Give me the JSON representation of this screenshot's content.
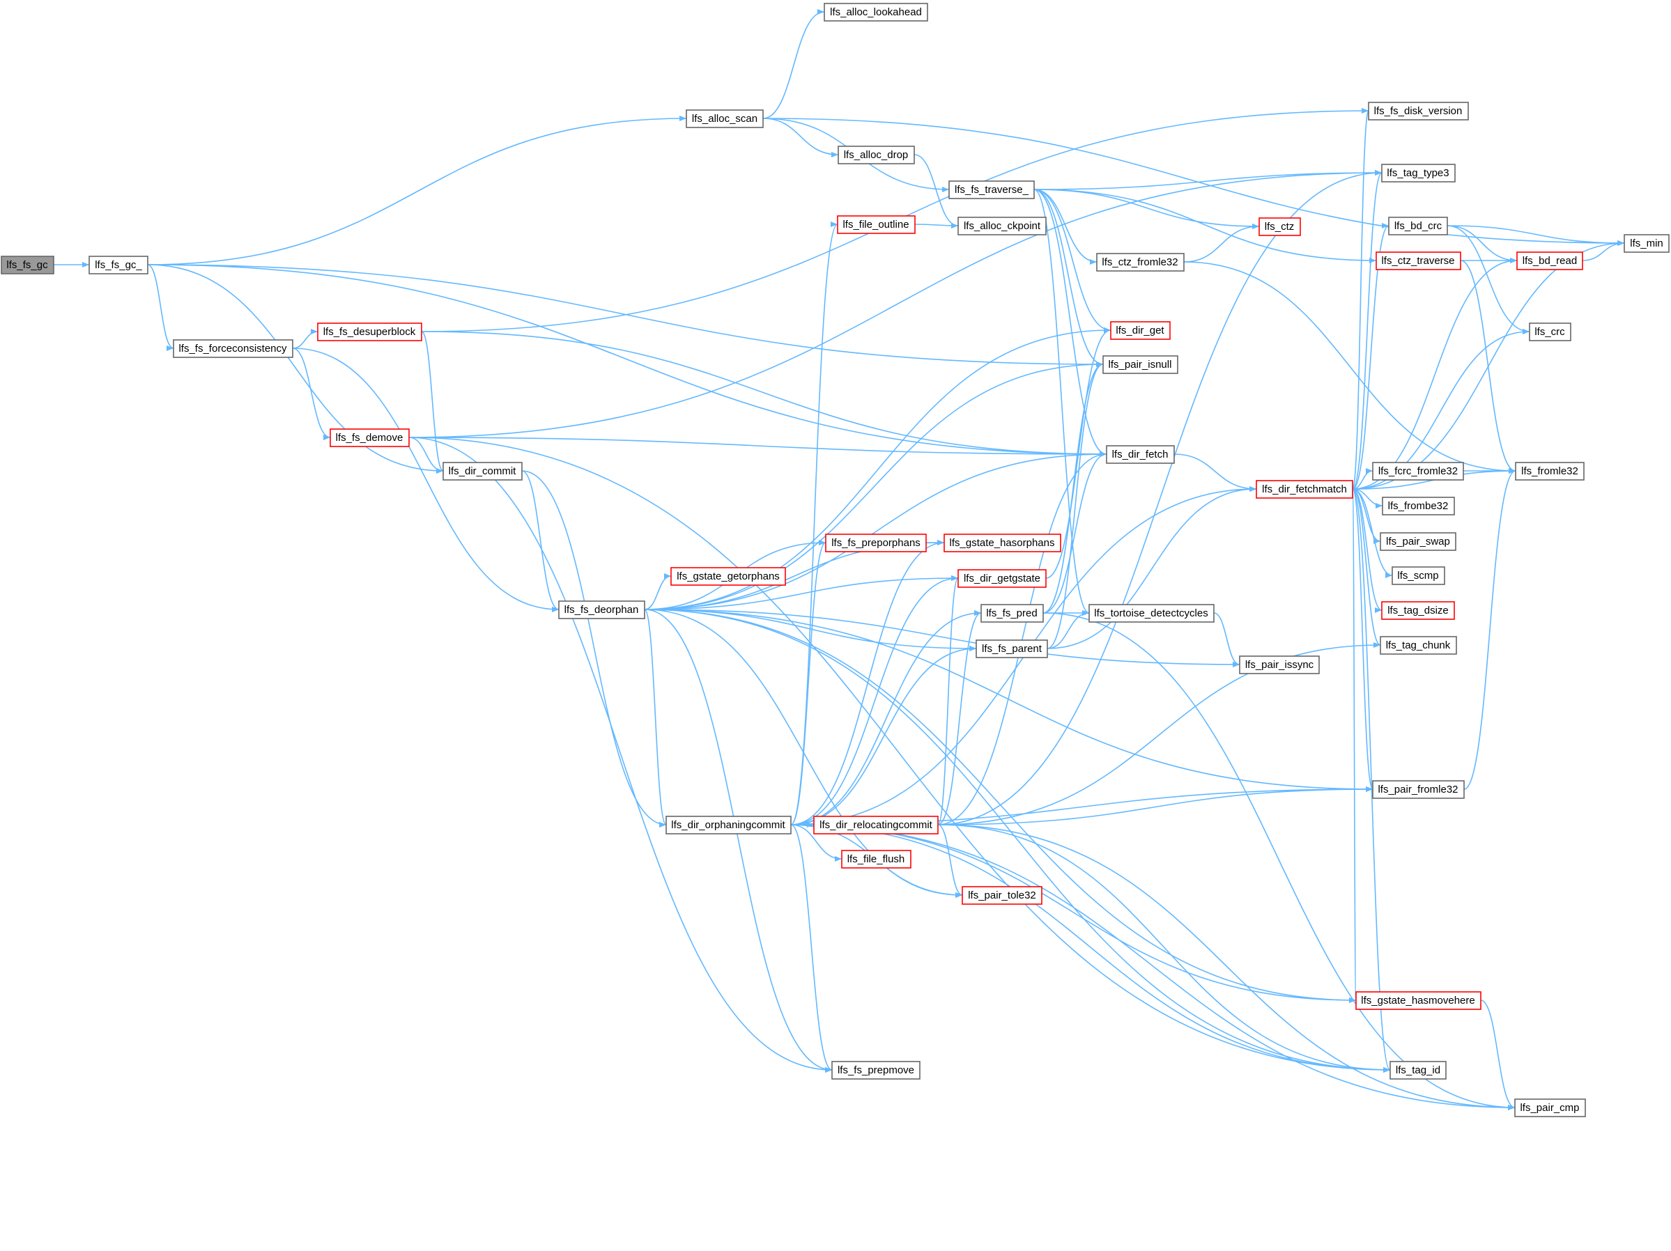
{
  "colors": {
    "edge": "#63b8ff",
    "node_border": "#666666",
    "node_border_truncated": "#ff0000",
    "node_fill": "#ffffff",
    "root_fill": "#999999"
  },
  "nodes": [
    {
      "id": "n_fs_gc",
      "label": "lfs_fs_gc",
      "style": "root"
    },
    {
      "id": "n_fs_gc_",
      "label": "lfs_fs_gc_",
      "style": "normal"
    },
    {
      "id": "n_alloc_scan",
      "label": "lfs_alloc_scan",
      "style": "normal"
    },
    {
      "id": "n_alloc_lookahead",
      "label": "lfs_alloc_lookahead",
      "style": "normal"
    },
    {
      "id": "n_alloc_drop",
      "label": "lfs_alloc_drop",
      "style": "normal"
    },
    {
      "id": "n_fs_forceconsistency",
      "label": "lfs_fs_forceconsistency",
      "style": "normal"
    },
    {
      "id": "n_fs_desuperblock",
      "label": "lfs_fs_desuperblock",
      "style": "truncated"
    },
    {
      "id": "n_fs_demove",
      "label": "lfs_fs_demove",
      "style": "truncated"
    },
    {
      "id": "n_dir_commit",
      "label": "lfs_dir_commit",
      "style": "normal"
    },
    {
      "id": "n_fs_deorphan",
      "label": "lfs_fs_deorphan",
      "style": "normal"
    },
    {
      "id": "n_gstate_getorphans",
      "label": "lfs_gstate_getorphans",
      "style": "truncated"
    },
    {
      "id": "n_dir_orphaningcommit",
      "label": "lfs_dir_orphaningcommit",
      "style": "normal"
    },
    {
      "id": "n_fs_traverse_",
      "label": "lfs_fs_traverse_",
      "style": "normal"
    },
    {
      "id": "n_file_outline",
      "label": "lfs_file_outline",
      "style": "truncated"
    },
    {
      "id": "n_alloc_ckpoint",
      "label": "lfs_alloc_ckpoint",
      "style": "normal"
    },
    {
      "id": "n_fs_preporphans",
      "label": "lfs_fs_preporphans",
      "style": "truncated"
    },
    {
      "id": "n_gstate_hasorphans",
      "label": "lfs_gstate_hasorphans",
      "style": "truncated"
    },
    {
      "id": "n_dir_getgstate",
      "label": "lfs_dir_getgstate",
      "style": "truncated"
    },
    {
      "id": "n_fs_pred",
      "label": "lfs_fs_pred",
      "style": "normal"
    },
    {
      "id": "n_fs_parent",
      "label": "lfs_fs_parent",
      "style": "normal"
    },
    {
      "id": "n_dir_relocatingcommit",
      "label": "lfs_dir_relocatingcommit",
      "style": "truncated"
    },
    {
      "id": "n_file_flush",
      "label": "lfs_file_flush",
      "style": "truncated"
    },
    {
      "id": "n_pair_tole32",
      "label": "lfs_pair_tole32",
      "style": "truncated"
    },
    {
      "id": "n_fs_prepmove",
      "label": "lfs_fs_prepmove",
      "style": "normal"
    },
    {
      "id": "n_ctz_fromle32",
      "label": "lfs_ctz_fromle32",
      "style": "normal"
    },
    {
      "id": "n_ctz",
      "label": "lfs_ctz",
      "style": "truncated"
    },
    {
      "id": "n_dir_get",
      "label": "lfs_dir_get",
      "style": "truncated"
    },
    {
      "id": "n_pair_isnull",
      "label": "lfs_pair_isnull",
      "style": "normal"
    },
    {
      "id": "n_dir_fetch",
      "label": "lfs_dir_fetch",
      "style": "normal"
    },
    {
      "id": "n_tortoise_detectcycles",
      "label": "lfs_tortoise_detectcycles",
      "style": "normal"
    },
    {
      "id": "n_pair_issync",
      "label": "lfs_pair_issync",
      "style": "normal"
    },
    {
      "id": "n_fs_disk_version",
      "label": "lfs_fs_disk_version",
      "style": "normal"
    },
    {
      "id": "n_tag_type3",
      "label": "lfs_tag_type3",
      "style": "normal"
    },
    {
      "id": "n_bd_crc",
      "label": "lfs_bd_crc",
      "style": "normal"
    },
    {
      "id": "n_ctz_traverse",
      "label": "lfs_ctz_traverse",
      "style": "truncated"
    },
    {
      "id": "n_dir_fetchmatch",
      "label": "lfs_dir_fetchmatch",
      "style": "truncated"
    },
    {
      "id": "n_fcrc_fromle32",
      "label": "lfs_fcrc_fromle32",
      "style": "normal"
    },
    {
      "id": "n_frombe32",
      "label": "lfs_frombe32",
      "style": "normal"
    },
    {
      "id": "n_pair_swap",
      "label": "lfs_pair_swap",
      "style": "normal"
    },
    {
      "id": "n_scmp",
      "label": "lfs_scmp",
      "style": "normal"
    },
    {
      "id": "n_tag_dsize",
      "label": "lfs_tag_dsize",
      "style": "truncated"
    },
    {
      "id": "n_tag_chunk",
      "label": "lfs_tag_chunk",
      "style": "normal"
    },
    {
      "id": "n_pair_fromle32",
      "label": "lfs_pair_fromle32",
      "style": "normal"
    },
    {
      "id": "n_gstate_hasmovehere",
      "label": "lfs_gstate_hasmovehere",
      "style": "truncated"
    },
    {
      "id": "n_tag_id",
      "label": "lfs_tag_id",
      "style": "normal"
    },
    {
      "id": "n_bd_read",
      "label": "lfs_bd_read",
      "style": "truncated"
    },
    {
      "id": "n_crc",
      "label": "lfs_crc",
      "style": "normal"
    },
    {
      "id": "n_fromle32",
      "label": "lfs_fromle32",
      "style": "normal"
    },
    {
      "id": "n_min",
      "label": "lfs_min",
      "style": "normal"
    },
    {
      "id": "n_pair_cmp",
      "label": "lfs_pair_cmp",
      "style": "normal"
    }
  ],
  "edges": [
    [
      "n_fs_gc",
      "n_fs_gc_"
    ],
    [
      "n_fs_gc_",
      "n_alloc_scan"
    ],
    [
      "n_fs_gc_",
      "n_fs_forceconsistency"
    ],
    [
      "n_fs_gc_",
      "n_dir_commit"
    ],
    [
      "n_fs_gc_",
      "n_pair_isnull"
    ],
    [
      "n_fs_gc_",
      "n_dir_fetch"
    ],
    [
      "n_alloc_scan",
      "n_alloc_lookahead"
    ],
    [
      "n_alloc_scan",
      "n_alloc_drop"
    ],
    [
      "n_alloc_scan",
      "n_fs_traverse_"
    ],
    [
      "n_alloc_scan",
      "n_min"
    ],
    [
      "n_alloc_drop",
      "n_alloc_ckpoint"
    ],
    [
      "n_fs_forceconsistency",
      "n_fs_desuperblock"
    ],
    [
      "n_fs_forceconsistency",
      "n_fs_demove"
    ],
    [
      "n_fs_forceconsistency",
      "n_fs_deorphan"
    ],
    [
      "n_fs_desuperblock",
      "n_dir_commit"
    ],
    [
      "n_fs_desuperblock",
      "n_fs_disk_version"
    ],
    [
      "n_fs_desuperblock",
      "n_dir_fetch"
    ],
    [
      "n_fs_demove",
      "n_dir_commit"
    ],
    [
      "n_fs_demove",
      "n_tag_type3"
    ],
    [
      "n_fs_demove",
      "n_dir_fetch"
    ],
    [
      "n_fs_demove",
      "n_fs_prepmove"
    ],
    [
      "n_fs_demove",
      "n_tag_id"
    ],
    [
      "n_dir_commit",
      "n_fs_deorphan"
    ],
    [
      "n_dir_commit",
      "n_dir_orphaningcommit"
    ],
    [
      "n_fs_deorphan",
      "n_gstate_getorphans"
    ],
    [
      "n_fs_deorphan",
      "n_dir_orphaningcommit"
    ],
    [
      "n_fs_deorphan",
      "n_fs_preporphans"
    ],
    [
      "n_fs_deorphan",
      "n_gstate_hasorphans"
    ],
    [
      "n_fs_deorphan",
      "n_dir_getgstate"
    ],
    [
      "n_fs_deorphan",
      "n_fs_parent"
    ],
    [
      "n_fs_deorphan",
      "n_dir_get"
    ],
    [
      "n_fs_deorphan",
      "n_pair_isnull"
    ],
    [
      "n_fs_deorphan",
      "n_dir_fetch"
    ],
    [
      "n_fs_deorphan",
      "n_pair_issync"
    ],
    [
      "n_fs_deorphan",
      "n_fs_prepmove"
    ],
    [
      "n_fs_deorphan",
      "n_pair_tole32"
    ],
    [
      "n_fs_deorphan",
      "n_pair_fromle32"
    ],
    [
      "n_fs_deorphan",
      "n_gstate_hasmovehere"
    ],
    [
      "n_fs_deorphan",
      "n_tag_id"
    ],
    [
      "n_dir_orphaningcommit",
      "n_file_outline"
    ],
    [
      "n_dir_orphaningcommit",
      "n_fs_preporphans"
    ],
    [
      "n_dir_orphaningcommit",
      "n_gstate_hasorphans"
    ],
    [
      "n_dir_orphaningcommit",
      "n_dir_getgstate"
    ],
    [
      "n_dir_orphaningcommit",
      "n_fs_pred"
    ],
    [
      "n_dir_orphaningcommit",
      "n_fs_parent"
    ],
    [
      "n_dir_orphaningcommit",
      "n_dir_relocatingcommit"
    ],
    [
      "n_dir_orphaningcommit",
      "n_file_flush"
    ],
    [
      "n_dir_orphaningcommit",
      "n_pair_tole32"
    ],
    [
      "n_dir_orphaningcommit",
      "n_fs_prepmove"
    ],
    [
      "n_dir_orphaningcommit",
      "n_pair_fromle32"
    ],
    [
      "n_dir_orphaningcommit",
      "n_gstate_hasmovehere"
    ],
    [
      "n_dir_orphaningcommit",
      "n_tag_id"
    ],
    [
      "n_dir_orphaningcommit",
      "n_pair_cmp"
    ],
    [
      "n_dir_orphaningcommit",
      "n_dir_fetchmatch"
    ],
    [
      "n_file_outline",
      "n_alloc_ckpoint"
    ],
    [
      "n_fs_preporphans",
      "n_gstate_hasorphans"
    ],
    [
      "n_fs_traverse_",
      "n_tag_type3"
    ],
    [
      "n_fs_traverse_",
      "n_ctz_traverse"
    ],
    [
      "n_fs_traverse_",
      "n_ctz"
    ],
    [
      "n_fs_traverse_",
      "n_ctz_fromle32"
    ],
    [
      "n_fs_traverse_",
      "n_dir_get"
    ],
    [
      "n_fs_traverse_",
      "n_pair_isnull"
    ],
    [
      "n_fs_traverse_",
      "n_dir_fetch"
    ],
    [
      "n_fs_traverse_",
      "n_tortoise_detectcycles"
    ],
    [
      "n_ctz_fromle32",
      "n_ctz"
    ],
    [
      "n_ctz_fromle32",
      "n_fromle32"
    ],
    [
      "n_dir_getgstate",
      "n_dir_get"
    ],
    [
      "n_fs_pred",
      "n_pair_isnull"
    ],
    [
      "n_fs_pred",
      "n_dir_fetch"
    ],
    [
      "n_fs_pred",
      "n_tortoise_detectcycles"
    ],
    [
      "n_fs_pred",
      "n_pair_cmp"
    ],
    [
      "n_fs_parent",
      "n_pair_isnull"
    ],
    [
      "n_fs_parent",
      "n_dir_fetchmatch"
    ],
    [
      "n_fs_parent",
      "n_tortoise_detectcycles"
    ],
    [
      "n_tortoise_detectcycles",
      "n_pair_issync"
    ],
    [
      "n_dir_relocatingcommit",
      "n_tag_type3"
    ],
    [
      "n_dir_relocatingcommit",
      "n_dir_getgstate"
    ],
    [
      "n_dir_relocatingcommit",
      "n_fs_pred"
    ],
    [
      "n_dir_relocatingcommit",
      "n_dir_fetch"
    ],
    [
      "n_dir_relocatingcommit",
      "n_tag_chunk"
    ],
    [
      "n_dir_relocatingcommit",
      "n_pair_fromle32"
    ],
    [
      "n_dir_relocatingcommit",
      "n_pair_tole32"
    ],
    [
      "n_dir_relocatingcommit",
      "n_tag_id"
    ],
    [
      "n_dir_relocatingcommit",
      "n_pair_cmp"
    ],
    [
      "n_dir_fetch",
      "n_dir_fetchmatch"
    ],
    [
      "n_dir_fetchmatch",
      "n_fs_disk_version"
    ],
    [
      "n_dir_fetchmatch",
      "n_tag_type3"
    ],
    [
      "n_dir_fetchmatch",
      "n_bd_crc"
    ],
    [
      "n_dir_fetchmatch",
      "n_bd_read"
    ],
    [
      "n_dir_fetchmatch",
      "n_crc"
    ],
    [
      "n_dir_fetchmatch",
      "n_fcrc_fromle32"
    ],
    [
      "n_dir_fetchmatch",
      "n_frombe32"
    ],
    [
      "n_dir_fetchmatch",
      "n_pair_swap"
    ],
    [
      "n_dir_fetchmatch",
      "n_scmp"
    ],
    [
      "n_dir_fetchmatch",
      "n_tag_dsize"
    ],
    [
      "n_dir_fetchmatch",
      "n_tag_chunk"
    ],
    [
      "n_dir_fetchmatch",
      "n_pair_fromle32"
    ],
    [
      "n_dir_fetchmatch",
      "n_gstate_hasmovehere"
    ],
    [
      "n_dir_fetchmatch",
      "n_tag_id"
    ],
    [
      "n_dir_fetchmatch",
      "n_fromle32"
    ],
    [
      "n_dir_fetchmatch",
      "n_min"
    ],
    [
      "n_bd_crc",
      "n_bd_read"
    ],
    [
      "n_bd_crc",
      "n_crc"
    ],
    [
      "n_bd_crc",
      "n_min"
    ],
    [
      "n_ctz_traverse",
      "n_bd_read"
    ],
    [
      "n_ctz_traverse",
      "n_fromle32"
    ],
    [
      "n_bd_read",
      "n_min"
    ],
    [
      "n_fcrc_fromle32",
      "n_fromle32"
    ],
    [
      "n_pair_fromle32",
      "n_fromle32"
    ],
    [
      "n_gstate_hasmovehere",
      "n_pair_cmp"
    ]
  ]
}
